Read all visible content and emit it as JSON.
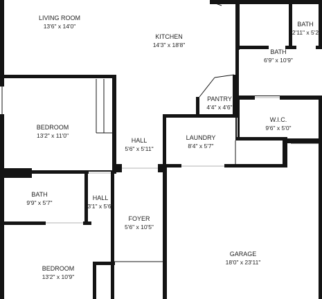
{
  "plan": {
    "rooms": [
      {
        "id": "living-room",
        "name": "LIVING ROOM",
        "dims": "13'6\" x 14'0\""
      },
      {
        "id": "kitchen",
        "name": "KITCHEN",
        "dims": "14'3\" x 18'8\""
      },
      {
        "id": "bath-top",
        "name": "BATH",
        "dims": "2'11\" x 5'2"
      },
      {
        "id": "bath-master",
        "name": "BATH",
        "dims": "6'9\" x 10'9\""
      },
      {
        "id": "pantry",
        "name": "PANTRY",
        "dims": "4'4\" x 4'6\""
      },
      {
        "id": "wic",
        "name": "W.I.C.",
        "dims": "9'6\" x 5'0\""
      },
      {
        "id": "bedroom-1",
        "name": "BEDROOM",
        "dims": "13'2\" x 11'0\""
      },
      {
        "id": "hall-1",
        "name": "HALL",
        "dims": "5'6\" x 5'11\""
      },
      {
        "id": "laundry",
        "name": "LAUNDRY",
        "dims": "8'4\" x 5'7\""
      },
      {
        "id": "bath-2",
        "name": "BATH",
        "dims": "9'9\" x 5'7\""
      },
      {
        "id": "hall-2",
        "name": "HALL",
        "dims": "3'1\" x 5'6\""
      },
      {
        "id": "foyer",
        "name": "FOYER",
        "dims": "5'6\" x 10'5\""
      },
      {
        "id": "garage",
        "name": "GARAGE",
        "dims": "18'0\" x 23'11\""
      },
      {
        "id": "bedroom-2",
        "name": "BEDROOM",
        "dims": "13'2\" x 10'9\""
      }
    ]
  }
}
